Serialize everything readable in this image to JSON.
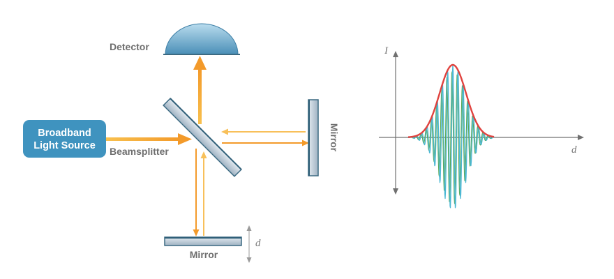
{
  "labels": {
    "detector": "Detector",
    "source_line1": "Broadband",
    "source_line2": "Light Source",
    "beamsplitter": "Beamsplitter",
    "mirror_fixed": "Mirror",
    "mirror_moving": "Mirror",
    "displacement": "d"
  },
  "chart_data": {
    "type": "line",
    "title": "",
    "xlabel": "d",
    "ylabel": "I",
    "grid": false,
    "legend": "none",
    "series": [
      {
        "role": "interferogram",
        "color": "#4cb8d4",
        "secondary_color": "#5aa855"
      },
      {
        "role": "envelope",
        "color": "#e0423e"
      }
    ]
  },
  "colors": {
    "source_box": "#3f93bf",
    "detector_top": "#a8d0e6",
    "detector_bottom": "#4a90b8",
    "beam_main": "#f5a623",
    "beam_light": "#f8c05a",
    "mirror_face": "#c6d3de",
    "mirror_edge": "#3c6a82",
    "axis": "#707070"
  }
}
